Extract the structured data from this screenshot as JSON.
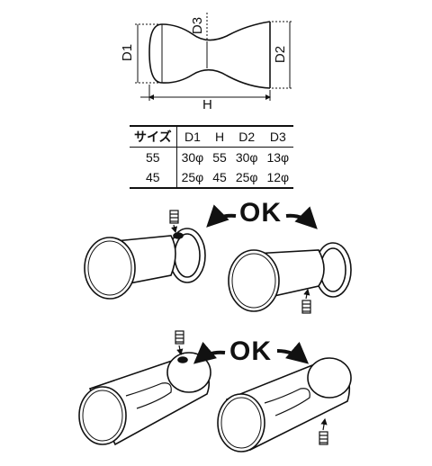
{
  "dimension_diagram": {
    "d1_label": "D1",
    "d2_label": "D2",
    "d3_label": "D3",
    "h_label": "H"
  },
  "spec_table": {
    "headers": [
      "サイズ",
      "D1",
      "H",
      "D2",
      "D3"
    ],
    "rows": [
      [
        "55",
        "30φ",
        "55",
        "30φ",
        "13φ"
      ],
      [
        "45",
        "25φ",
        "45",
        "25φ",
        "12φ"
      ]
    ]
  },
  "installation": {
    "ok_top": "OK",
    "ok_bottom": "OK"
  }
}
